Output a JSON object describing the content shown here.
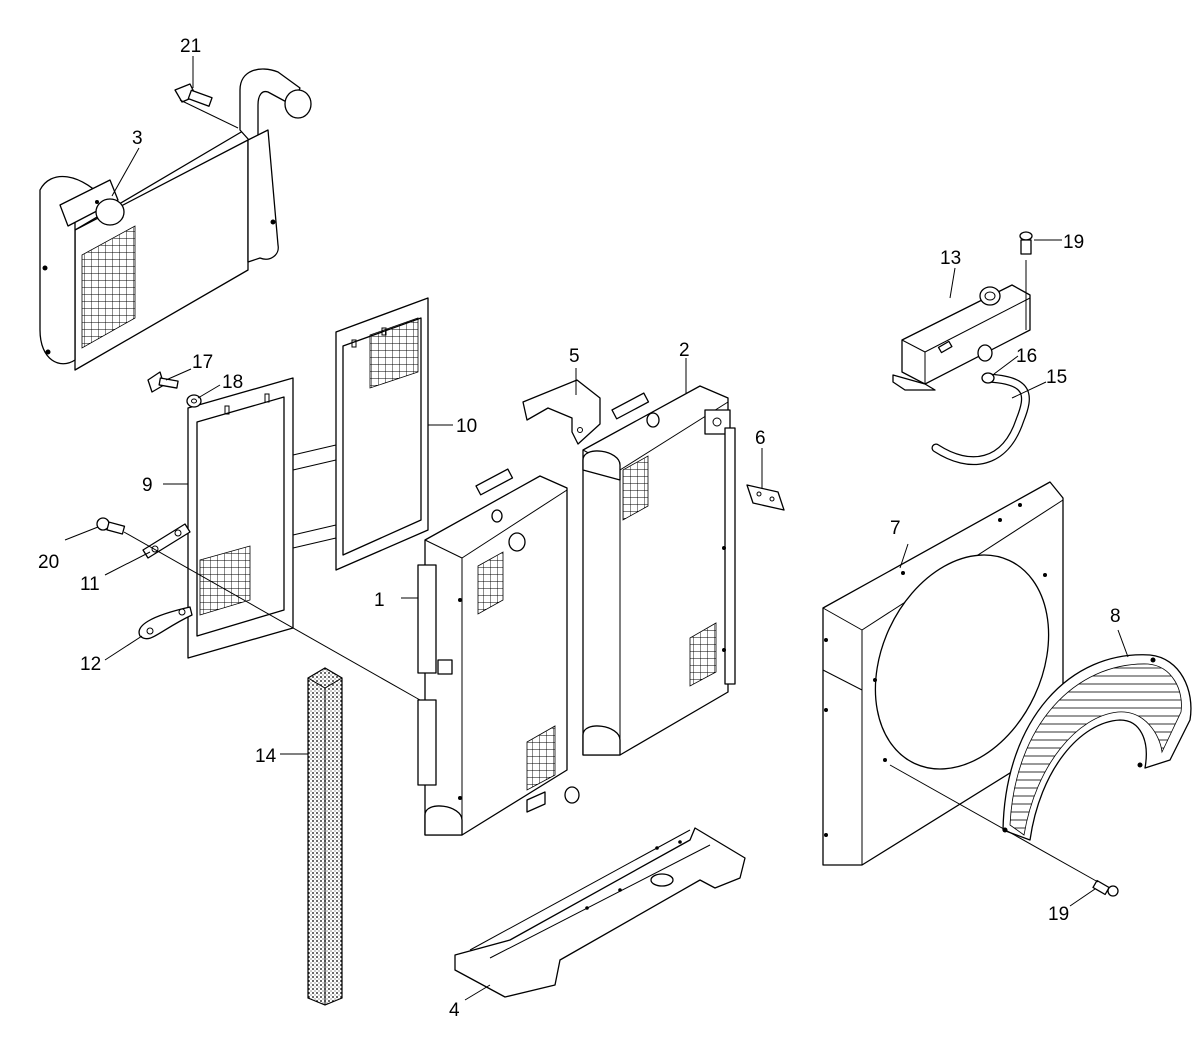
{
  "colors": {
    "line": "#000000",
    "background": "#ffffff"
  },
  "callouts": {
    "c1": "1",
    "c2": "2",
    "c3": "3",
    "c4": "4",
    "c5": "5",
    "c6": "6",
    "c7": "7",
    "c8": "8",
    "c9": "9",
    "c10": "10",
    "c11": "11",
    "c12": "12",
    "c13": "13",
    "c14": "14",
    "c15": "15",
    "c16": "16",
    "c17": "17",
    "c18": "18",
    "c19_top": "19",
    "c19_bottom": "19",
    "c20": "20",
    "c21": "21"
  }
}
